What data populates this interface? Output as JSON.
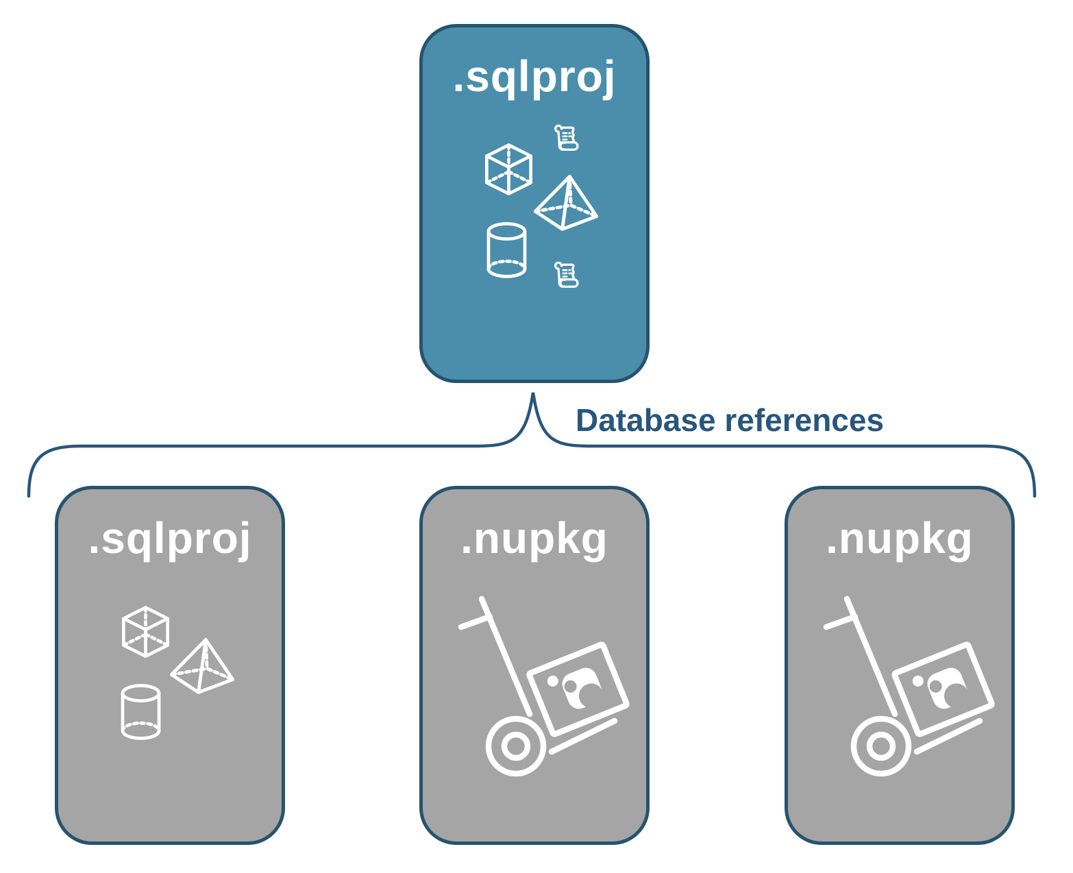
{
  "diagram": {
    "connector_label": "Database references",
    "colors": {
      "project_fill": "#4A8EAC",
      "package_fill": "#A5A5A5",
      "node_border": "#26536F",
      "connector": "#29567B",
      "node_text": "#FFFFFF"
    },
    "nodes": {
      "root": {
        "label": ".sqlproj",
        "kind": "sql-project",
        "icons": [
          "cube",
          "scroll",
          "pyramid",
          "cylinder",
          "scroll"
        ]
      },
      "ref_sqlproj": {
        "label": ".sqlproj",
        "kind": "sql-project",
        "icons": [
          "cube",
          "pyramid",
          "cylinder"
        ]
      },
      "ref_nupkg_1": {
        "label": ".nupkg",
        "kind": "nuget-package",
        "icons": [
          "nuget-hand-truck"
        ]
      },
      "ref_nupkg_2": {
        "label": ".nupkg",
        "kind": "nuget-package",
        "icons": [
          "nuget-hand-truck"
        ]
      }
    }
  }
}
